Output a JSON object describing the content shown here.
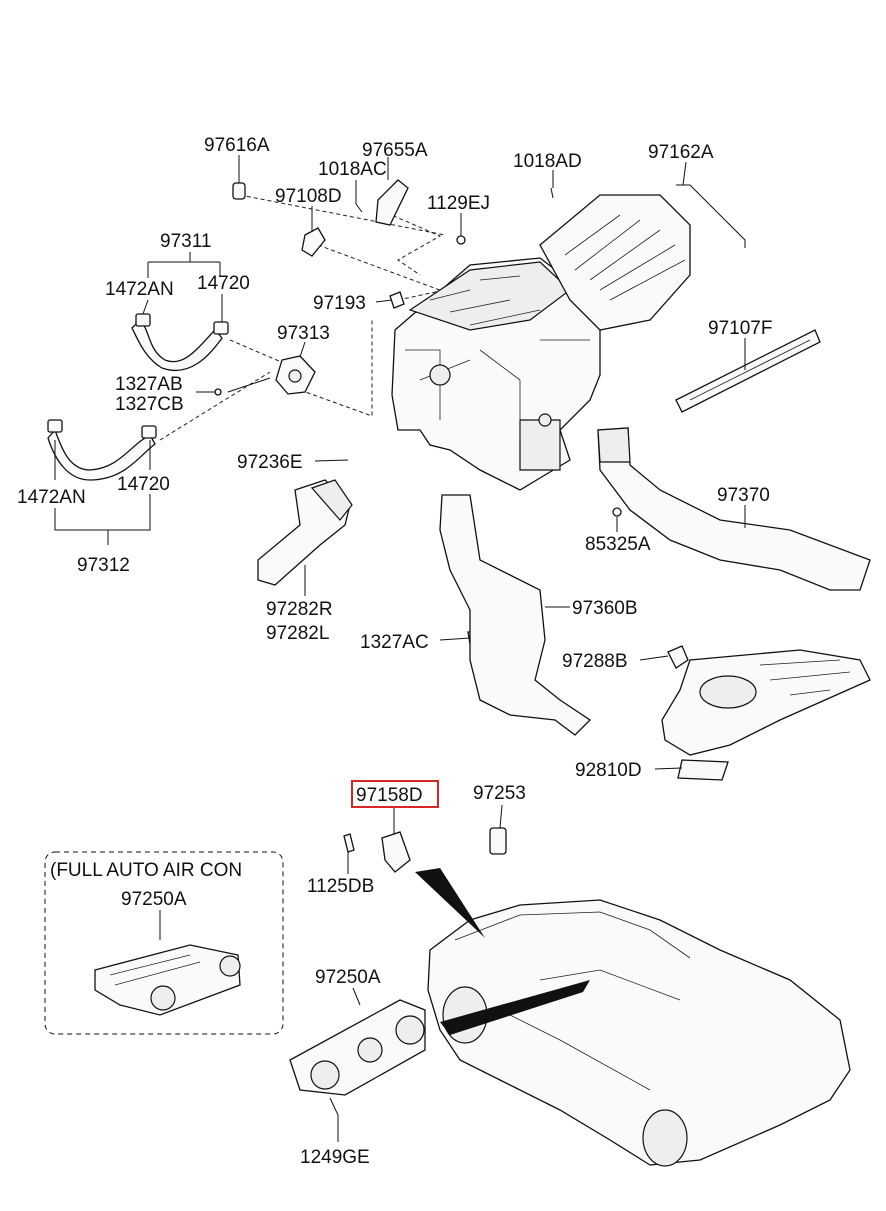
{
  "labels": {
    "l97616A": "97616A",
    "l97655A": "97655A",
    "l1018AC": "1018AC",
    "l97108D": "97108D",
    "l1018AD": "1018AD",
    "l97162A": "97162A",
    "l1129EJ": "1129EJ",
    "l97311": "97311",
    "l1472AN_top": "1472AN",
    "l14720_top": "14720",
    "l97193": "97193",
    "l97313": "97313",
    "l97107F": "97107F",
    "l1327AB": "1327AB",
    "l1327CB": "1327CB",
    "l97236E": "97236E",
    "l97370": "97370",
    "l1472AN_bot": "1472AN",
    "l14720_bot": "14720",
    "l85325A": "85325A",
    "l97312": "97312",
    "l97360B": "97360B",
    "l97282R": "97282R",
    "l97282L": "97282L",
    "l1327AC": "1327AC",
    "l97288B": "97288B",
    "l92810D": "92810D",
    "l97158D": "97158D",
    "l97253": "97253",
    "l1125DB": "1125DB",
    "l_fullauto": "(FULL AUTO AIR CON",
    "l97250A_box": "97250A",
    "l97250A": "97250A",
    "l1249GE": "1249GE"
  },
  "highlight_color": "#d62828"
}
